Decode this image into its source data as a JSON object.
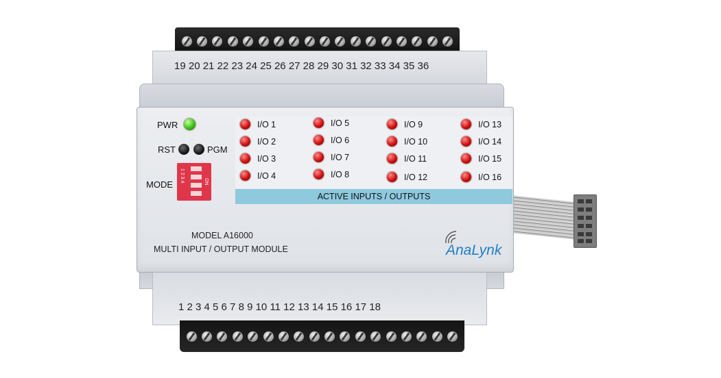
{
  "terminals": {
    "top_numbers": "19 20 21 22 23 24 25 26 27 28 29 30 31 32 33 34 35 36",
    "bottom_numbers": "1 2 3 4 5 6 7 8 9 10 11 12 13 14 15 16 17 18"
  },
  "controls": {
    "pwr_label": "PWR",
    "rst_label": "RST",
    "pgm_label": "PGM",
    "mode_label": "MODE",
    "dip_on": "ON",
    "dip_numbers": "1 2 3 4"
  },
  "io_leds": [
    "I/O 1",
    "I/O 2",
    "I/O 3",
    "I/O 4",
    "I/O 5",
    "I/O 6",
    "I/O 7",
    "I/O 8",
    "I/O 9",
    "I/O 10",
    "I/O 11",
    "I/O 12",
    "I/O 13",
    "I/O 14",
    "I/O 15",
    "I/O 16"
  ],
  "panel_caption": "ACTIVE INPUTS / OUTPUTS",
  "model": {
    "line1": "MODEL A16000",
    "line2": "MULTI INPUT / OUTPUT MODULE"
  },
  "brand": {
    "part1": "Ana",
    "part2": "Lynk"
  },
  "colors": {
    "led_red": "#d01010",
    "led_green": "#3cc21a",
    "panel_bar": "#8ec9de",
    "brand_blue": "#1f7fc4"
  }
}
